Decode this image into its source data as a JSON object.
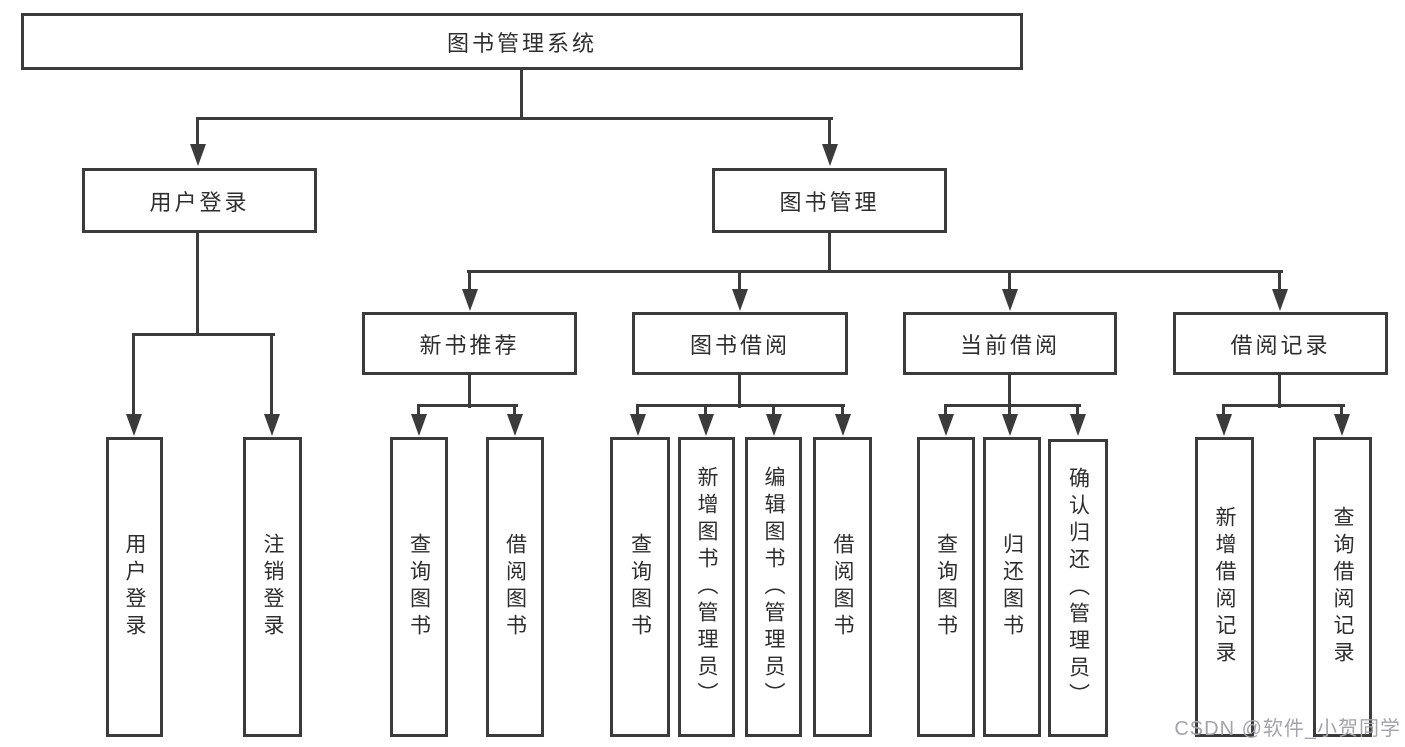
{
  "diagram": {
    "root": "图书管理系统",
    "level2": [
      {
        "label": "用户登录",
        "children": [
          "用户登录",
          "注销登录"
        ]
      },
      {
        "label": "图书管理"
      }
    ],
    "level3": [
      {
        "label": "新书推荐",
        "children": [
          "查询图书",
          "借阅图书"
        ]
      },
      {
        "label": "图书借阅",
        "children": [
          "查询图书",
          "新增图书（管理员）",
          "编辑图书（管理员）",
          "借阅图书"
        ]
      },
      {
        "label": "当前借阅",
        "children": [
          "查询图书",
          "归还图书",
          "确认归还（管理员）"
        ]
      },
      {
        "label": "借阅记录",
        "children": [
          "新增借阅记录",
          "查询借阅记录"
        ]
      }
    ],
    "watermark": "CSDN @软件_小贺同学",
    "colors": {
      "line": "#3b3b3b",
      "text": "#2e2e2e",
      "watermark": "#a3a3ab",
      "background": "#ffffff"
    }
  }
}
